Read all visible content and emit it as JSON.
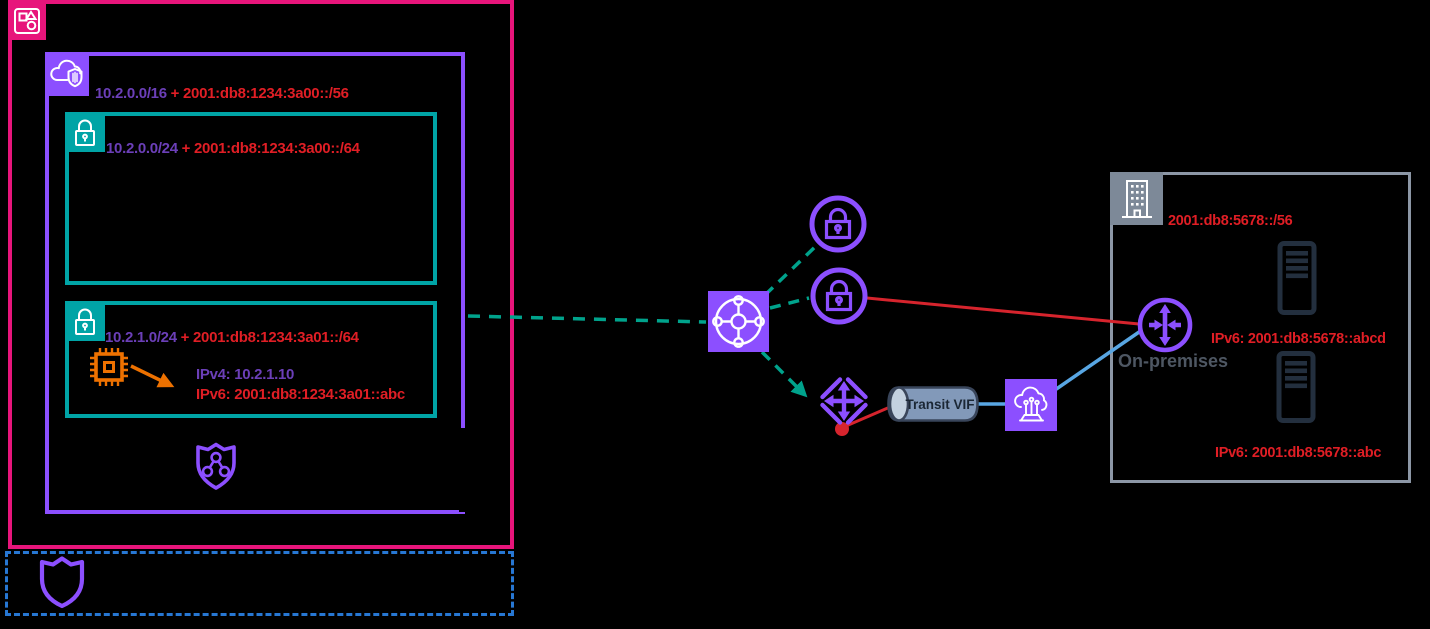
{
  "colors": {
    "background": "#000000",
    "account_pink": "#E7157B",
    "vpc_purple": "#8C4FFF",
    "subnet_teal": "#00A4A6",
    "security_group_blue": "#2777D3",
    "onprem_gray": "#8C97A6",
    "ipv4_text_purple": "#6B3FB8",
    "ipv6_text_red": "#E01E25",
    "connection_green": "#00A38C",
    "connection_red": "#D6242D",
    "connection_blue": "#58A6E3",
    "instance_orange": "#ED7100",
    "server_dark": "#232F3E"
  },
  "vpc": {
    "cidr_v4": "10.2.0.0/16",
    "cidr_v6": "+ 2001:db8:1234:3a00::/56"
  },
  "subnets": [
    {
      "cidr_v4": "10.2.0.0/24",
      "cidr_v6": "+ 2001:db8:1234:3a00::/64"
    },
    {
      "cidr_v4": "10.2.1.0/24",
      "cidr_v6": "+ 2001:db8:1234:3a01::/64"
    }
  ],
  "instance": {
    "ipv4": "IPv4: 10.2.1.10",
    "ipv6": "IPv6: 2001:db8:1234:3a01::abc"
  },
  "transit": {
    "vif_label": "Transit VIF"
  },
  "on_premises": {
    "label": "On-premises",
    "cidr_v6": "2001:db8:5678::/56",
    "server1_ipv6": "IPv6: 2001:db8:5678::abcd",
    "server2_ipv6": "IPv6: 2001:db8:5678::abc"
  },
  "icons": {
    "aws_account": "shapes-badge",
    "vpc": "cloud-with-shield",
    "private_subnet": "lock-badge",
    "instance": "chip",
    "route_table": "shield-network",
    "security_group": "shield",
    "transit_gateway": "hub-spoke-square",
    "vpn_connection": "lock-in-circle",
    "direct_connect_gateway": "diamond-cross-arrows",
    "direct_connect": "cloud-antenna-square",
    "customer_router": "circle-cross-arrows",
    "server": "server-tower",
    "corporate_building": "building"
  }
}
